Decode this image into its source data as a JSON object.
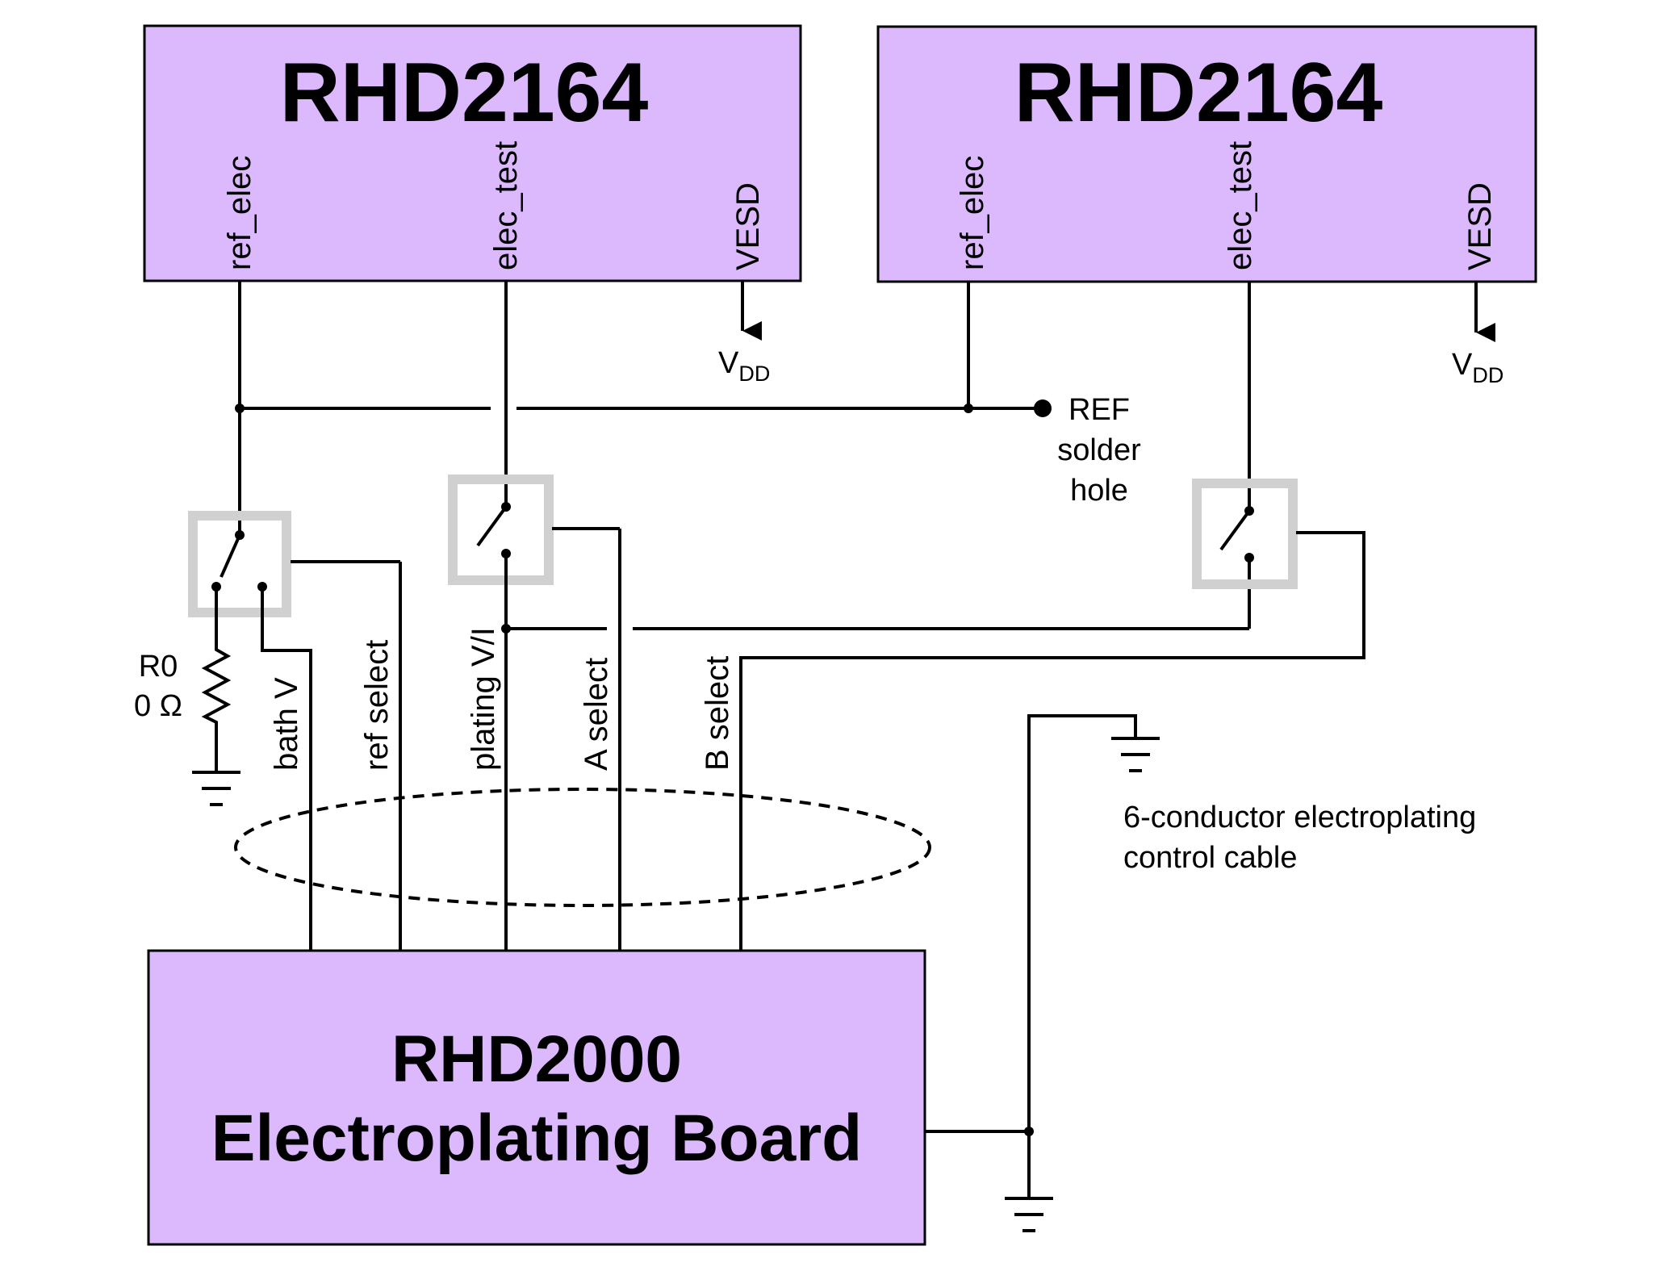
{
  "chips": [
    {
      "title": "RHD2164",
      "pins": [
        "ref_elec",
        "elec_test",
        "VESD"
      ],
      "vdd": "V",
      "vdd_sub": "DD"
    },
    {
      "title": "RHD2164",
      "pins": [
        "ref_elec",
        "elec_test",
        "VESD"
      ],
      "vdd": "V",
      "vdd_sub": "DD"
    }
  ],
  "ref_label": [
    "REF",
    "solder",
    "hole"
  ],
  "resistor": {
    "name": "R0",
    "value": "0 Ω"
  },
  "signals": [
    "bath V",
    "ref select",
    "plating V/I",
    "A select",
    "B select"
  ],
  "cable_label": [
    "6-conductor electroplating",
    "control cable"
  ],
  "board": {
    "line1": "RHD2000",
    "line2": "Electroplating Board"
  },
  "colors": {
    "box_fill": "#dcb8fc",
    "switch_frame": "#d0d0d0",
    "wire": "#000000"
  }
}
